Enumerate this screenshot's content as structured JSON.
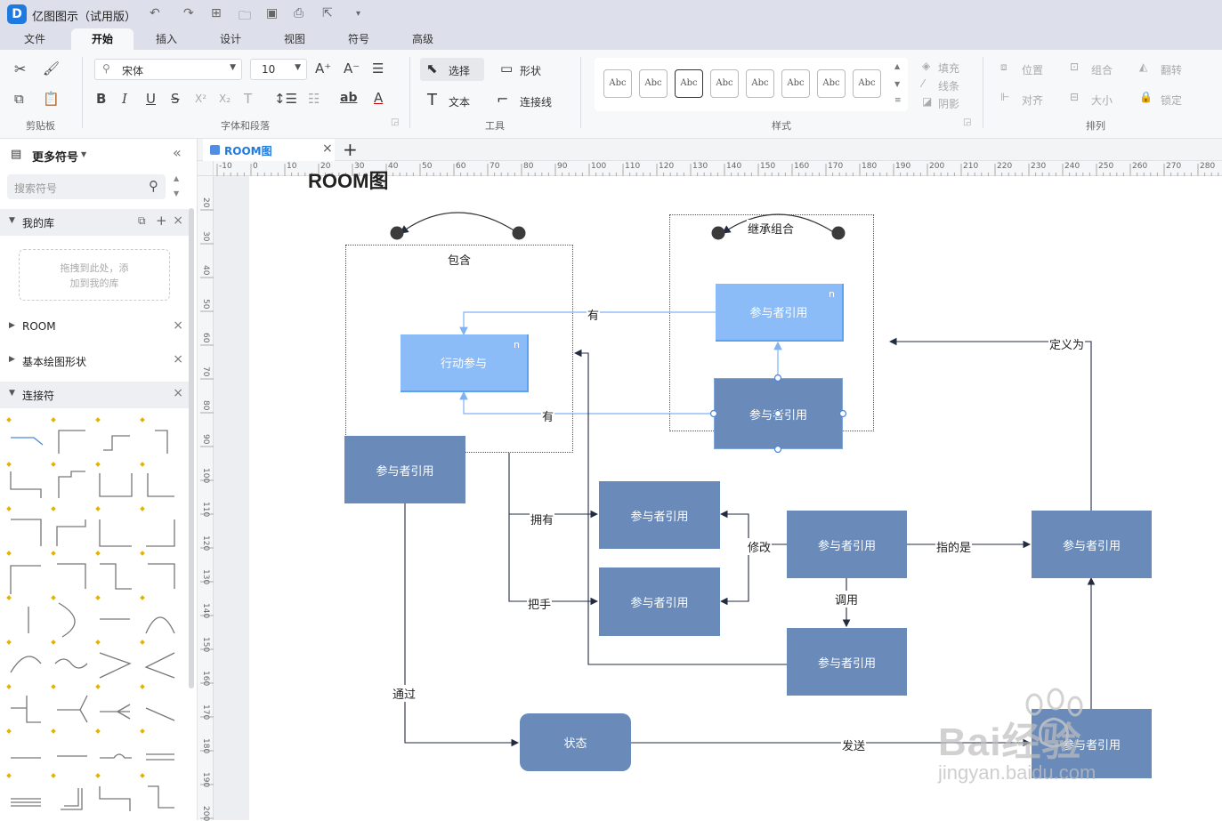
{
  "app": {
    "title": "亿图图示（试用版）",
    "logo": "D"
  },
  "menu": {
    "tabs": [
      "文件",
      "开始",
      "插入",
      "设计",
      "视图",
      "符号",
      "高级"
    ],
    "active": "开始"
  },
  "ribbon": {
    "font_name": "宋体",
    "font_size": "10",
    "select_label": "选择",
    "shape_label": "形状",
    "text_label": "文本",
    "connector_label": "连接线",
    "fill_label": "填充",
    "line_label": "线条",
    "shadow_label": "阴影",
    "position_label": "位置",
    "group_label": "组合",
    "flip_label": "翻转",
    "align_label": "对齐",
    "size_label": "大小",
    "lock_label": "锁定",
    "style_thumb": "Abc",
    "groups": {
      "clipboard": "剪贴板",
      "font": "字体和段落",
      "tools": "工具",
      "styles": "样式",
      "arrange": "排列"
    }
  },
  "sidebar": {
    "title": "更多符号",
    "search_placeholder": "搜索符号",
    "my_library": "我的库",
    "drop_hint_line1": "拖拽到此处，添",
    "drop_hint_line2": "加到我的库",
    "room": "ROOM",
    "basic_shapes": "基本绘图形状",
    "connectors": "连接符"
  },
  "doc": {
    "tab_label": "ROOM图",
    "title": "ROOM图"
  },
  "ruler": {
    "h": [
      "-10",
      "0",
      "10",
      "20",
      "30",
      "40",
      "50",
      "60",
      "70",
      "80",
      "90",
      "100",
      "110",
      "120",
      "130",
      "140",
      "150",
      "160",
      "170",
      "180",
      "190",
      "200",
      "210",
      "220",
      "230",
      "240",
      "250",
      "260",
      "270",
      "280"
    ],
    "v": [
      "20",
      "30",
      "40",
      "50",
      "60",
      "70",
      "80",
      "90",
      "100",
      "110",
      "120",
      "130",
      "140",
      "150",
      "160",
      "170",
      "180",
      "190",
      "200"
    ]
  },
  "diagram": {
    "contain_label": "包含",
    "inherit_label": "继承组合",
    "action_part": "行动参与",
    "actor_ref": "参与者引用",
    "state": "状态",
    "n": "n",
    "has": "有",
    "own": "拥有",
    "handle": "把手",
    "modify": "修改",
    "points_to": "指的是",
    "defined_as": "定义为",
    "call": "调用",
    "via": "通过",
    "send": "发送"
  },
  "watermark": {
    "text": "Bai经验",
    "url": "jingyan.baidu.com"
  },
  "colors": {
    "actor_dark": "#6a8bba",
    "actor_light": "#8bbcf8",
    "accent": "#1f7ae0",
    "line_light": "#7fb2f2",
    "line_dark": "#222b40"
  }
}
